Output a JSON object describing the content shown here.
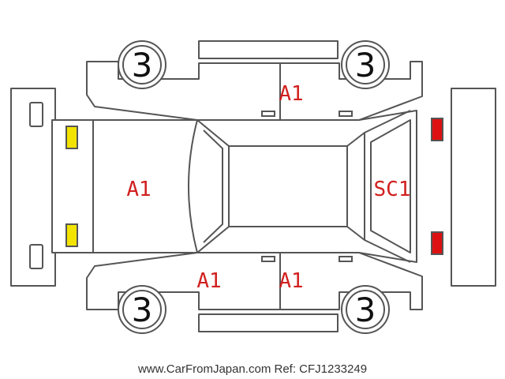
{
  "colors": {
    "damage_code": "#d0201e",
    "headlight": "#f2e400",
    "taillight": "#dd1111",
    "outline": "#555555"
  },
  "wheels": {
    "front_left": "3",
    "rear_left": "3",
    "front_right": "3",
    "rear_right": "3"
  },
  "damage": {
    "hood": "A1",
    "right_doors": "A1",
    "left_front_door": "A1",
    "left_rear_door": "A1",
    "rear": "SC1"
  },
  "footer": "www.CarFromJapan.com Ref: CFJ1233249"
}
